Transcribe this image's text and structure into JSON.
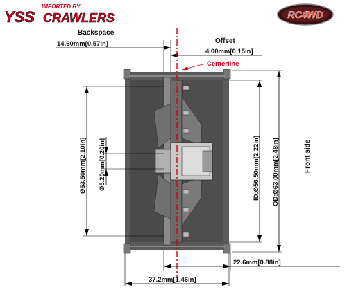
{
  "logo_left": {
    "top_text": "IMPORTED BY",
    "brand_a": "YSS",
    "brand_b": "CRAWLERS",
    "color_main": "#d0021b"
  },
  "logo_right": {
    "text": "RC4WD",
    "color": "#c0392b"
  },
  "colors": {
    "centerline": "#d0021b",
    "wheel_dark": "#5a5a5a",
    "wheel_mid": "#8a8a8a",
    "wheel_light": "#c9c9c9"
  },
  "labels": {
    "backspace_title": "Backspace",
    "offset_title": "Offset",
    "front_side": "Front side",
    "centerline": "Centerline",
    "backspace_value": "14.60mm[0.57in]",
    "offset_value": "4.00mm[0.15in]",
    "od_left": "Ø53.50mm[2.10in]",
    "bore": "Ø5.20mm[0.20in]",
    "id": "ID:Ø56.50mm[2.22in]",
    "od_right": "OD:Ø63.00mm[2.48in]",
    "front_width": "22.6mm[0.88in]",
    "total_width": "37.2mm[1.46in]"
  }
}
